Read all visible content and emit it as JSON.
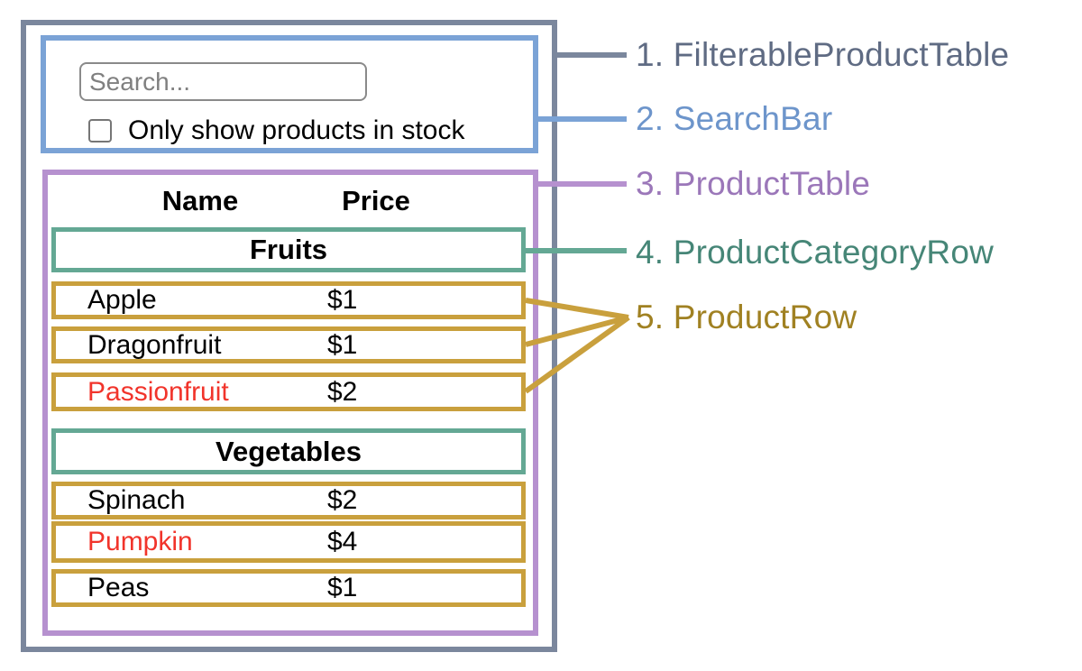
{
  "diagram": {
    "annotations": [
      {
        "number": "1.",
        "label": "FilterableProductTable",
        "color": "#5f6b83",
        "line_color": "#7b879d"
      },
      {
        "number": "2.",
        "label": "SearchBar",
        "color": "#6d95cb",
        "line_color": "#7ba3d6"
      },
      {
        "number": "3.",
        "label": "ProductTable",
        "color": "#9b77b9",
        "line_color": "#b691cf"
      },
      {
        "number": "4.",
        "label": "ProductCategoryRow",
        "color": "#468677",
        "line_color": "#64a894"
      },
      {
        "number": "5.",
        "label": "ProductRow",
        "color": "#a08122",
        "line_color": "#c9a03d"
      }
    ],
    "mock_ui": {
      "search": {
        "placeholder": "Search...",
        "checkbox_label": "Only show products in stock",
        "checkbox_checked": false
      },
      "table": {
        "headers": {
          "name": "Name",
          "price": "Price"
        },
        "rows": [
          {
            "type": "category",
            "name": "Fruits"
          },
          {
            "type": "product",
            "name": "Apple",
            "price": "$1",
            "name_color": "#000000"
          },
          {
            "type": "product",
            "name": "Dragonfruit",
            "price": "$1",
            "name_color": "#000000"
          },
          {
            "type": "product",
            "name": "Passionfruit",
            "price": "$2",
            "name_color": "#f1342b"
          },
          {
            "type": "category",
            "name": "Vegetables"
          },
          {
            "type": "product",
            "name": "Spinach",
            "price": "$2",
            "name_color": "#000000"
          },
          {
            "type": "product",
            "name": "Pumpkin",
            "price": "$4",
            "name_color": "#f1342b"
          },
          {
            "type": "product",
            "name": "Peas",
            "price": "$1",
            "name_color": "#000000"
          }
        ]
      }
    }
  }
}
